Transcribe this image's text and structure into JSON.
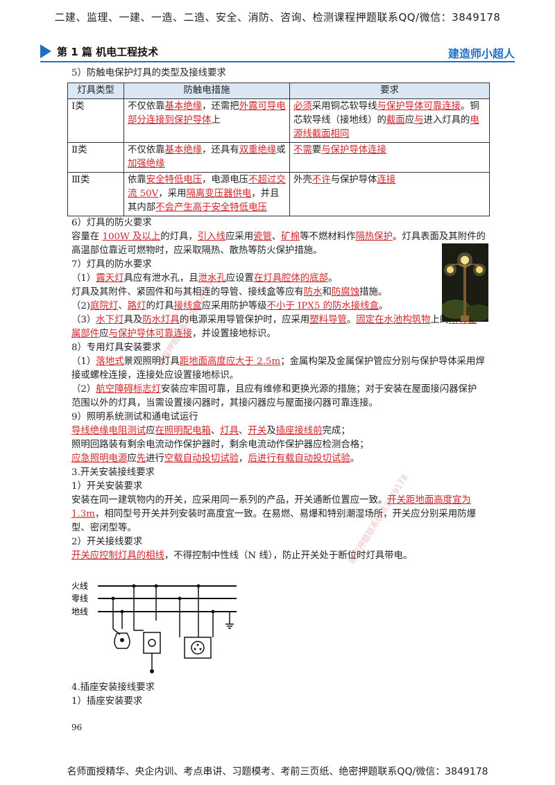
{
  "top_banner": "二建、监理、一建、一造、二造、安全、消防、咨询、检测课程押题联系QQ/微信：3849178",
  "header": {
    "chapter": "第 1 篇 机电工程技术",
    "brand": "建造师小超人"
  },
  "section5_title": "5）防触电保护灯具的类型及接线要求",
  "table": {
    "headers": [
      "灯具类型",
      "防触电措施",
      "要求"
    ],
    "rows": [
      {
        "type": "Ⅰ类",
        "measure": [
          "不仅依靠",
          "基本绝缘",
          "，还需把",
          "外露可导电部分连接到保护导体",
          "上"
        ],
        "req": [
          "必须",
          "采用铜芯软导线",
          "与保护导体可靠连接",
          "。铜芯软导线（接地线）的",
          "截面",
          "应",
          "与",
          "进入灯具的",
          "电源线截面相同"
        ]
      },
      {
        "type": "Ⅱ类",
        "measure": [
          "不仅依靠",
          "基本绝缘",
          "，还具有",
          "双重绝缘",
          "或",
          "加强绝缘"
        ],
        "req": [
          "不需",
          "要",
          "与保护导体连接"
        ]
      },
      {
        "type": "Ⅲ类",
        "measure": [
          "依靠",
          "安全特低电压",
          "，电源电压",
          "不超过交流 50V",
          "，采用",
          "隔离变压器供电",
          "，并且其内部",
          "不会产生高于安全特低电压"
        ],
        "req": [
          "外壳",
          "不许",
          "与保护导体",
          "连接"
        ]
      }
    ]
  },
  "s6": {
    "title": "6）灯具的防火要求",
    "p": [
      "容量在 ",
      "100W 及以上",
      "的灯具，",
      "引入线",
      "应采用",
      "瓷管",
      "、",
      "矿棉",
      "等不燃材料作",
      "隔热保护",
      "。灯具表面及其附件的高温部位靠近可燃物时，应采取隔热、散热等防火保护措施。"
    ]
  },
  "s7": {
    "title": "7）灯具的防水要求",
    "p1": [
      "（1）",
      "露天灯",
      "具应有泄水孔，且",
      "泄水孔",
      "应设置",
      "在灯具腔体的底部",
      "。"
    ],
    "p2": [
      "灯具及其附件、紧固件和与其相连的导管、接线盒等应有",
      "防水",
      "和",
      "防腐蚀",
      "措施。"
    ],
    "p3": [
      "（2)",
      "庭院灯",
      "、",
      "路灯",
      "的灯具",
      "接线盒",
      "应采用防护等级",
      "不小于 IPX5 的防水接线盒",
      "。"
    ],
    "p4": [
      "（3）",
      "水下灯",
      "具及",
      "防水灯具",
      "的电源采用导管保护时，应采用",
      "塑料导管",
      "。",
      "固定在水池构筑物",
      "上的",
      "所有金属部件",
      "应",
      "与保护导体可靠连接",
      "，并设置接地标识。"
    ]
  },
  "s8": {
    "title": "8）专用灯具安装要求",
    "p1": [
      "（1）",
      "落地式",
      "景观照明灯具",
      "距地面高度应大于 2.5m",
      "；金属构架及金属保护管应分别与保护导体采用焊接或螺栓连接，连接处应设置接地标识。"
    ],
    "p2": [
      "（2）",
      "航空障碍标志灯",
      "安装应牢固可靠，且应有维修和更换光源的措施；对于安装在屋面接闪器保护范围以外的灯具，当需设置接闪器时，其接闪器应与屋面接闪器可靠连接。"
    ]
  },
  "s9": {
    "title": "9）照明系统测试和通电试运行",
    "p1": [
      "导线绝缘电阻测试",
      "应",
      "在照明配电箱",
      "、",
      "灯具",
      "、",
      "开关",
      "及",
      "插座接线前",
      "完成；"
    ],
    "p2": "照明回路装有剩余电流动作保护器时，剩余电流动作保护器应检测合格；",
    "p3": [
      "应急照明电源",
      "应",
      "先",
      "进行",
      "空载自动投切试验",
      "，",
      "后进行有载自动投切试验",
      "。"
    ]
  },
  "s3": {
    "title": "3.开关安装接线要求",
    "sub1": "1）开关安装要求",
    "p1": [
      "安装在同一建筑物内的开关，应采用同一系列的产品，开关通断位置应一致。",
      "开关距地面高度宜为 1.3m",
      "，相同型号开关并列安装时高度宜一致。在易燃、易爆和特别潮湿场所，开关应分别采用防爆型、密闭型等。"
    ],
    "sub2": "2）开关接线要求",
    "p2": [
      "开关应控制灯具的相线",
      "，不得控制中性线（N 线），防止开关处于断位时灯具带电。"
    ]
  },
  "diagram": {
    "labels": [
      "火线",
      "零线",
      "地线"
    ]
  },
  "s4": {
    "title": "4.插座安装接线要求",
    "sub1": "1）插座安装要求"
  },
  "page_number": "96",
  "footer": "名师面授精华、央企内训、考点串讲、习题模考、考前三页纸、绝密押题联系QQ/微信：3849178",
  "watermark": "课程押题联系微信3849178",
  "colors": {
    "accent": "#1f6fc5",
    "highlight": "#d1262b",
    "table_header": "#dbe7f5"
  }
}
